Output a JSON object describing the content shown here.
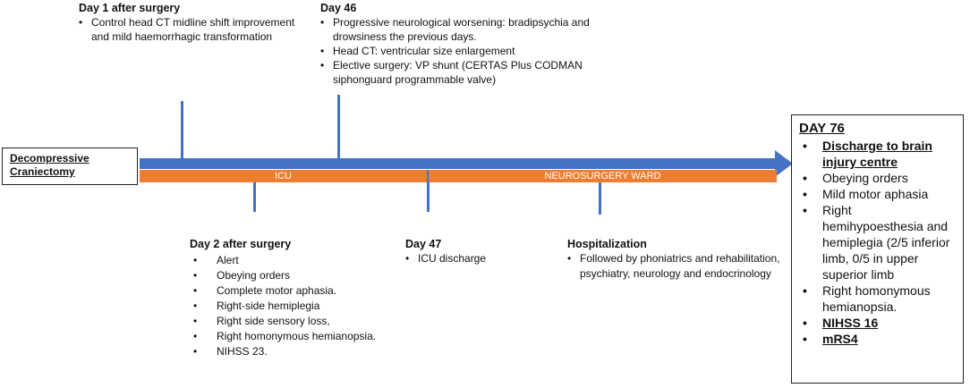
{
  "start": {
    "line1": "Decompressive",
    "line2": "Craniectomy"
  },
  "timeline": {
    "icu_label": "ICU",
    "ward_label": "NEUROSURGERY WARD"
  },
  "events_top": [
    {
      "title": "Day 1 after surgery",
      "items": [
        "Control head CT midline shift improvement and mild haemorrhagic transformation"
      ]
    },
    {
      "title": "Day 46",
      "items": [
        "Progressive neurological worsening: bradipsychia and drowsiness the previous days.",
        "Head CT: ventricular size enlargement",
        "Elective surgery: VP shunt (CERTAS Plus CODMAN siphonguard programmable valve)"
      ]
    }
  ],
  "events_bottom": [
    {
      "title": "Day 2 after surgery",
      "items": [
        "Alert",
        "Obeying orders",
        "Complete motor aphasia.",
        "Right-side hemiplegia",
        "Right side sensory loss,",
        "Right homonymous hemianopsia.",
        "NIHSS 23."
      ]
    },
    {
      "title": "Day 47",
      "items": [
        "ICU discharge"
      ]
    },
    {
      "title": "Hospitalization",
      "items": [
        "Followed by phoniatrics and rehabilitation, psychiatry, neurology and endocrinology"
      ]
    }
  ],
  "end": {
    "title": "DAY 76",
    "items": [
      "Discharge to brain injury centre",
      "Obeying orders",
      "Mild motor aphasia",
      "Right hemihypoesthesia and hemiplegia (2/5 inferior limb, 0/5 in upper superior limb",
      "Right homonymous hemianopsia.",
      "NIHSS 16",
      "mRS4"
    ]
  },
  "colors": {
    "timeline_blue": "#4472c4",
    "stay_orange": "#ed7d31"
  }
}
